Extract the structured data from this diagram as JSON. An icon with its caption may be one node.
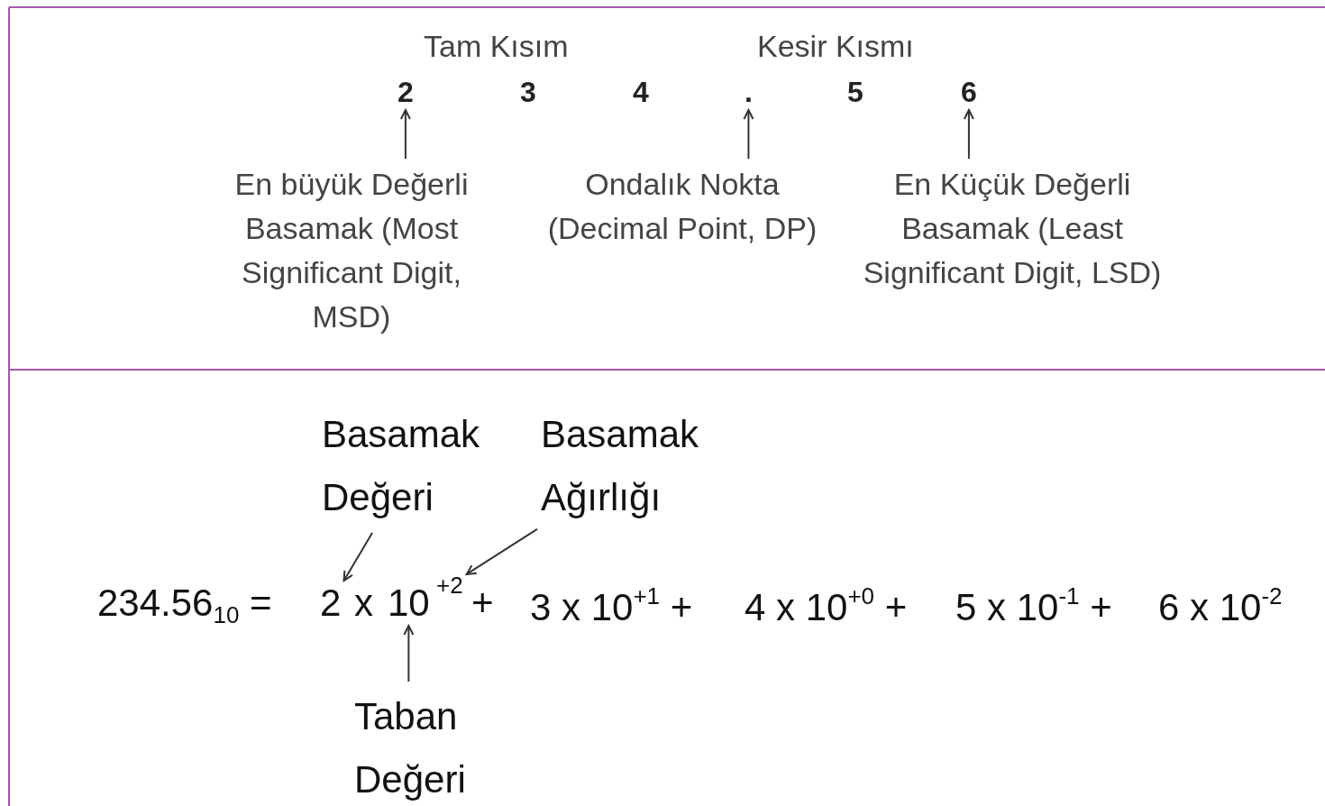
{
  "diagram": {
    "nodes": [
      {
        "text": [
          "2"
        ]
      },
      {
        "text": [
          "."
        ]
      },
      {
        "text": [
          "6"
        ]
      },
      {
        "text": [
          "En büyük Değerli Basamak (Most Significant Digit, MSD)"
        ]
      },
      {
        "text": [
          "Ondalık Nokta (Decimal Point, DP)"
        ]
      },
      {
        "text": [
          "En Küçük Değerli Basamak (Least Significant Digit, LSD)"
        ]
      },
      {
        "text": [
          "Basamak Değeri"
        ]
      },
      {
        "text": [
          "Basamak Ağırlığı"
        ]
      },
      {
        "text": [
          "2"
        ]
      },
      {
        "text": [
          "10"
        ]
      },
      {
        "text": [
          "+2"
        ]
      },
      {
        "text": [
          "Taban Değeri"
        ]
      }
    ],
    "edges": [
      {
        "from": 3,
        "to": 0,
        "arrow": "to"
      },
      {
        "from": 4,
        "to": 1,
        "arrow": "to"
      },
      {
        "from": 5,
        "to": 2,
        "arrow": "to"
      },
      {
        "from": 6,
        "to": 8,
        "arrow": "to"
      },
      {
        "from": 7,
        "to": 10,
        "arrow": "to"
      },
      {
        "from": 11,
        "to": 9,
        "arrow": "to"
      }
    ],
    "labels": [
      "Tam Kısım",
      "Kesir Kısmı",
      "3",
      "4",
      "5",
      "234.56$_{10}$ =",
      "x",
      "+",
      "3 x 10$^{+1}$ +",
      "4 x 10$^{+0}$ +",
      "5 x 10$^{-1}$ +",
      "6 x 10$^{-2}$"
    ]
  }
}
